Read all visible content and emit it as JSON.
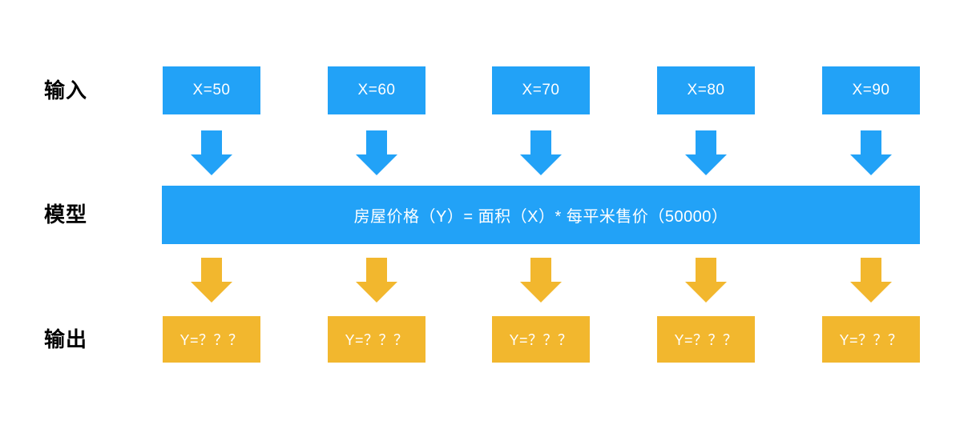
{
  "diagram": {
    "title_rows": {
      "input_label": "输入",
      "model_label": "模型",
      "output_label": "输出"
    },
    "colors": {
      "blue": "#22A2F7",
      "orange": "#F2B72E",
      "text_on_fill": "#FFFFFF",
      "label_text": "#000000",
      "background": "#FFFFFF"
    },
    "model": {
      "formula": "房屋价格（Y）= 面积（X）* 每平米售价（50000）",
      "price_per_sqm": "50000"
    },
    "columns": [
      {
        "input": "X=50",
        "output": "Y=？？？",
        "arrow_in": "arrow-down-icon",
        "arrow_out": "arrow-down-icon"
      },
      {
        "input": "X=60",
        "output": "Y=？？？",
        "arrow_in": "arrow-down-icon",
        "arrow_out": "arrow-down-icon"
      },
      {
        "input": "X=70",
        "output": "Y=？？？",
        "arrow_in": "arrow-down-icon",
        "arrow_out": "arrow-down-icon"
      },
      {
        "input": "X=80",
        "output": "Y=？？？",
        "arrow_in": "arrow-down-icon",
        "arrow_out": "arrow-down-icon"
      },
      {
        "input": "X=90",
        "output": "Y=？？？",
        "arrow_in": "arrow-down-icon",
        "arrow_out": "arrow-down-icon"
      }
    ]
  }
}
